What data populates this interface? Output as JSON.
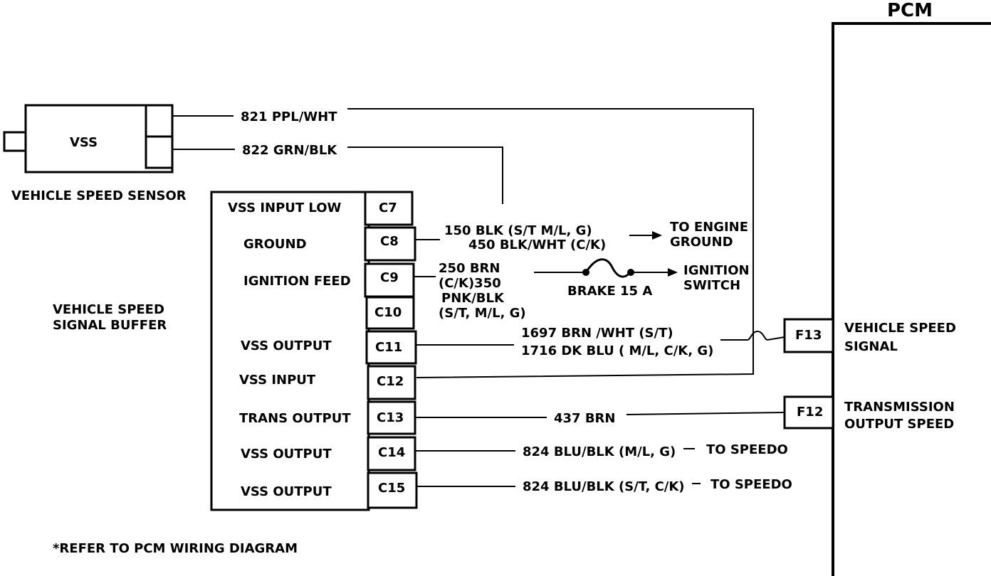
{
  "pcm": {
    "label": "PCM"
  },
  "sensor": {
    "box_label": "VSS",
    "caption": "VEHICLE SPEED SENSOR"
  },
  "buffer": {
    "caption_line1": "VEHICLE SPEED",
    "caption_line2": "SIGNAL BUFFER",
    "pins": [
      {
        "id": "C7",
        "label": "VSS INPUT LOW"
      },
      {
        "id": "C8",
        "label": "GROUND"
      },
      {
        "id": "C9",
        "label": "IGNITION FEED"
      },
      {
        "id": "C10",
        "label": ""
      },
      {
        "id": "C11",
        "label": "VSS OUTPUT"
      },
      {
        "id": "C12",
        "label": "VSS INPUT"
      },
      {
        "id": "C13",
        "label": "TRANS OUTPUT"
      },
      {
        "id": "C14",
        "label": "VSS OUTPUT"
      },
      {
        "id": "C15",
        "label": "VSS OUTPUT"
      }
    ]
  },
  "wires": {
    "w821": "821 PPL/WHT",
    "w822": "822 GRN/BLK",
    "c8_line1": "150 BLK (S/T M/L, G)",
    "c8_line2": "450 BLK/WHT (C/K)",
    "c8_dest_line1": "TO ENGINE",
    "c8_dest_line2": "GROUND",
    "c9_line1": "250 BRN",
    "c9_line2": "(C/K)350",
    "c9_line3": "PNK/BLK",
    "c9_line4": "(S/T, M/L, G)",
    "fuse": "BRAKE 15 A",
    "c9_dest_line1": "IGNITION",
    "c9_dest_line2": "SWITCH",
    "c11_line1": "1697 BRN /WHT (S/T)",
    "c11_line2": "1716 DK BLU ( M/L, C/K, G)",
    "c13": "437 BRN",
    "c14": "824 BLU/BLK (M/L, G)",
    "c14_dest": "TO SPEEDO",
    "c15": "824 BLU/BLK (S/T, C/K)",
    "c15_dest": "TO SPEEDO"
  },
  "pcm_pins": [
    {
      "id": "F13",
      "label_line1": "VEHICLE SPEED",
      "label_line2": "SIGNAL"
    },
    {
      "id": "F12",
      "label_line1": "TRANSMISSION",
      "label_line2": "OUTPUT SPEED"
    }
  ],
  "footnote": "*REFER TO PCM WIRING DIAGRAM"
}
